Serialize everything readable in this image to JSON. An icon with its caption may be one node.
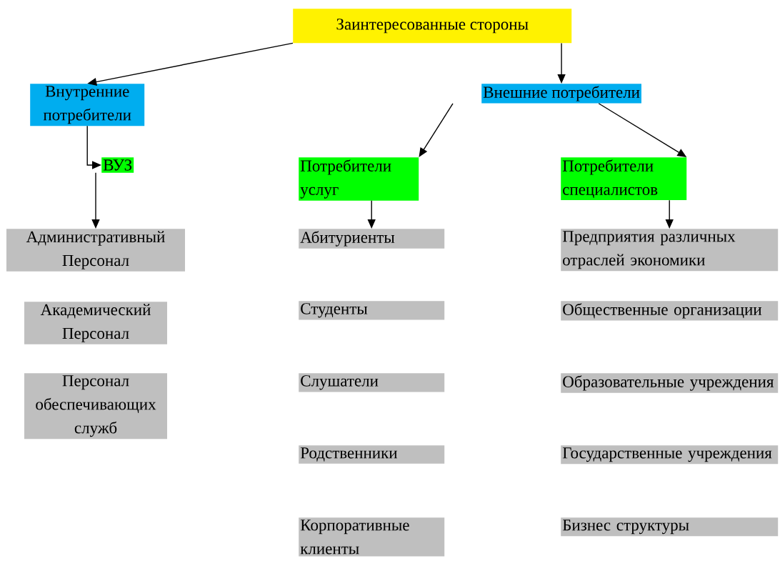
{
  "diagram": {
    "nodes": [
      {
        "text": [
          "Заинтересованные стороны"
        ]
      },
      {
        "text": [
          "Внутренние потребители"
        ]
      },
      {
        "text": [
          "Внешние потребители"
        ]
      },
      {
        "text": [
          "ВУЗ"
        ]
      },
      {
        "text": [
          "Потребители услуг"
        ]
      },
      {
        "text": [
          "Потребители специалистов"
        ]
      },
      {
        "text": [
          "Административный Персонал"
        ]
      },
      {
        "text": [
          "Академический Персонал"
        ]
      },
      {
        "text": [
          "Персонал обеспечивающих служб"
        ]
      },
      {
        "text": [
          "Абитуриенты"
        ]
      },
      {
        "text": [
          "Студенты"
        ]
      },
      {
        "text": [
          "Слушатели"
        ]
      },
      {
        "text": [
          "Родственники"
        ]
      },
      {
        "text": [
          "Корпоративные клиенты"
        ]
      },
      {
        "text": [
          "Предприятия различных отраслей экономики"
        ]
      },
      {
        "text": [
          "Общественные организации"
        ]
      },
      {
        "text": [
          "Образовательные учреждения"
        ]
      },
      {
        "text": [
          "Государственные учреждения"
        ]
      },
      {
        "text": [
          "Бизнес структуры"
        ]
      }
    ],
    "edges": [
      {
        "from": 0,
        "to": 1,
        "arrow": "to"
      },
      {
        "from": 0,
        "to": 2,
        "arrow": "to"
      },
      {
        "from": 2,
        "to": 4,
        "arrow": "to"
      },
      {
        "from": 2,
        "to": 5,
        "arrow": "to"
      },
      {
        "from": 1,
        "to": 3,
        "arrow": "to"
      },
      {
        "from": 3,
        "to": 6,
        "arrow": "to"
      },
      {
        "from": 4,
        "to": 9,
        "arrow": "to"
      },
      {
        "from": 5,
        "to": 14,
        "arrow": "to"
      }
    ]
  }
}
